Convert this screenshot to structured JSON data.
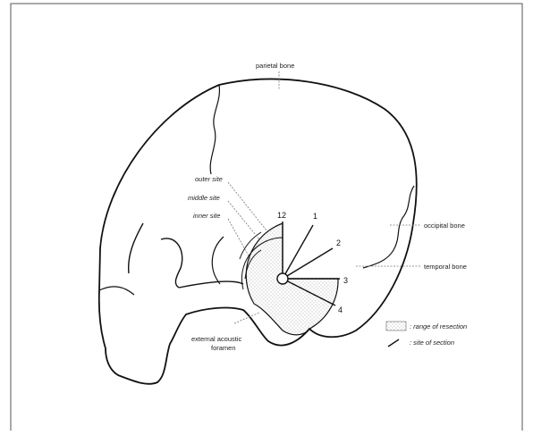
{
  "diagram": {
    "labels": {
      "parietal": "parietal bone",
      "occipital": "occipital bone",
      "temporal": "temporal bone",
      "outer_site": "outer site",
      "middle_site": "middle site",
      "inner_site": "inner site",
      "foramen_line1": "external acoustic",
      "foramen_line2": "foramen"
    },
    "clock_numbers": [
      "12",
      "1",
      "2",
      "3",
      "4"
    ],
    "legend": {
      "range": ": range of resection",
      "site": ": site of section"
    },
    "colors": {
      "line": "#111111",
      "border": "#555555",
      "stipple": "#9a9a9a"
    }
  }
}
